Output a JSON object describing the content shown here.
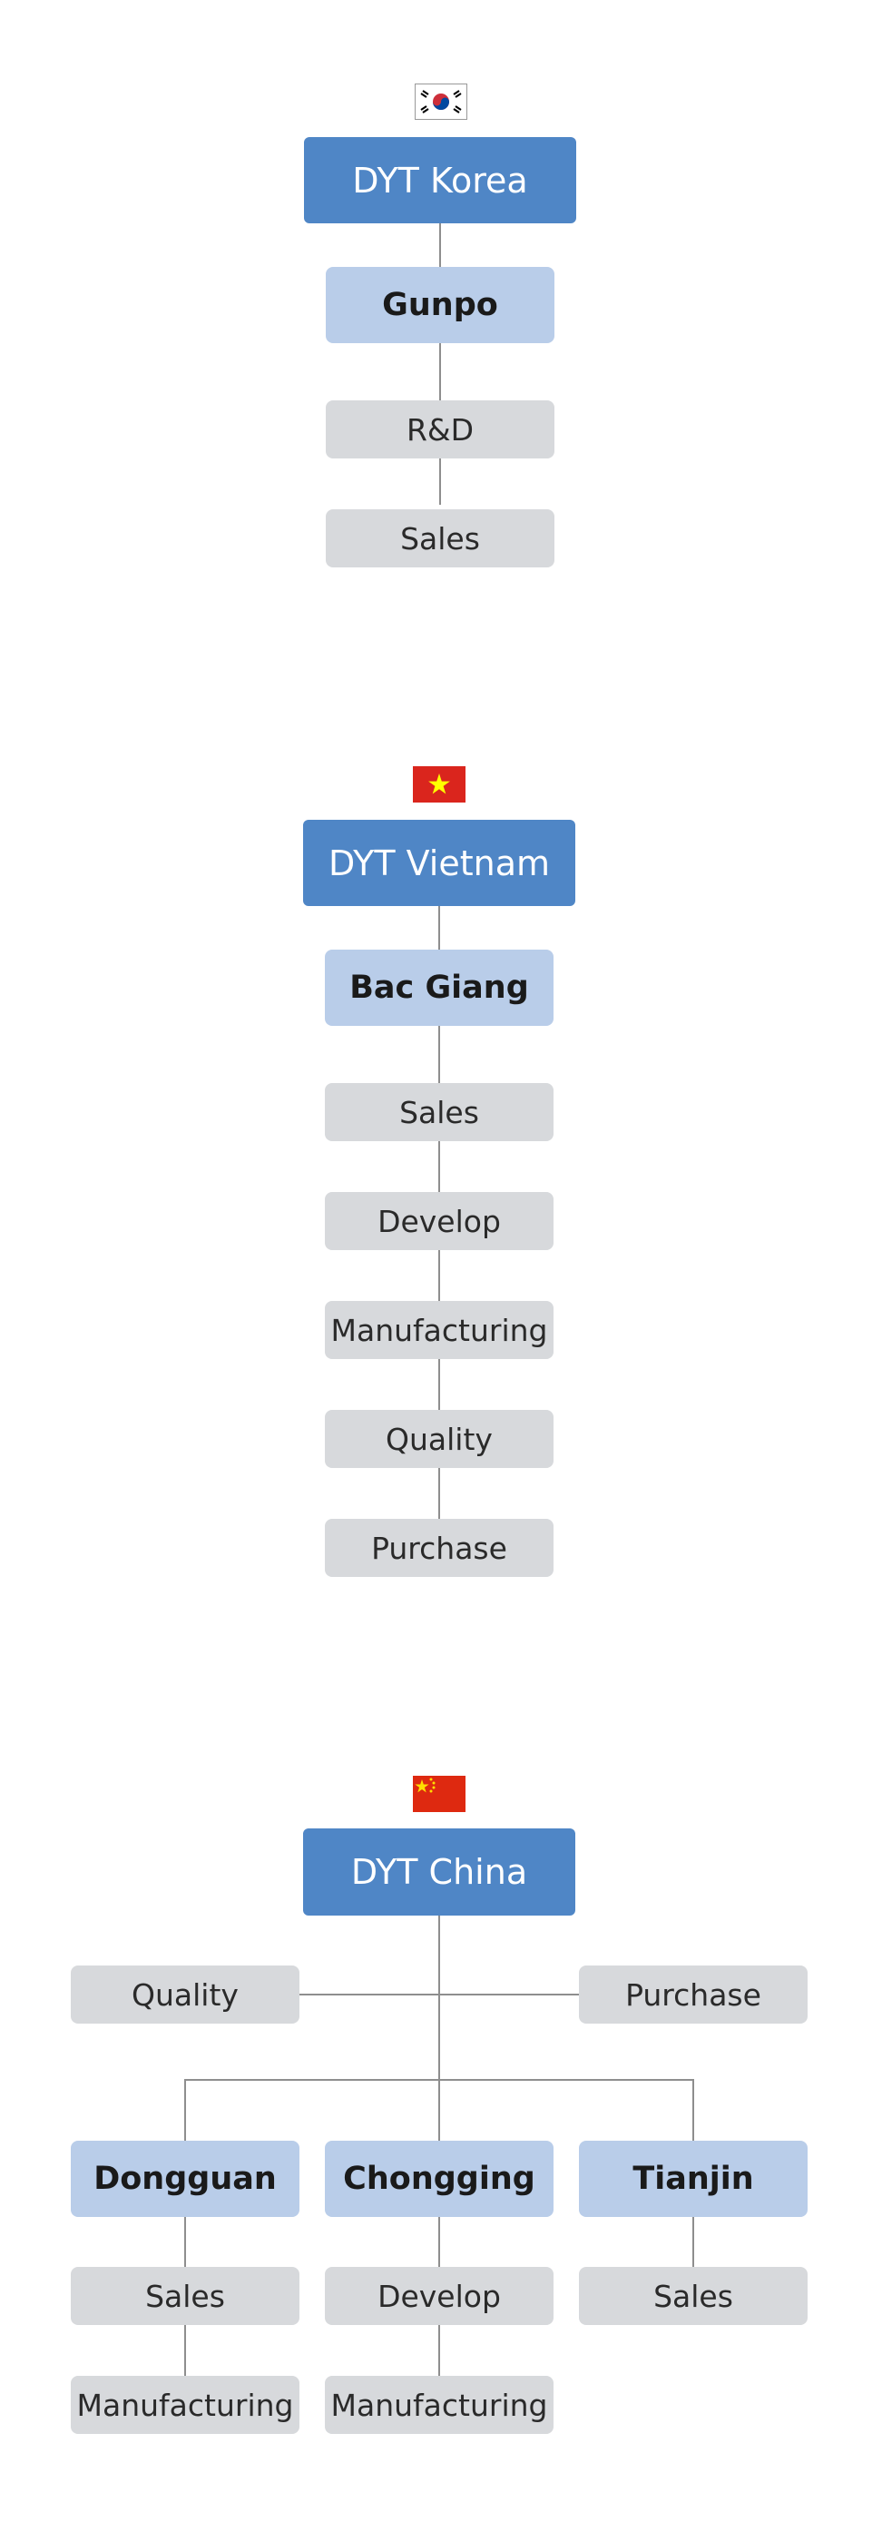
{
  "korea": {
    "flag_icon": "south-korea-flag-icon",
    "company": "DYT Korea",
    "site": "Gunpo",
    "depts": [
      "R&D",
      "Sales"
    ]
  },
  "vietnam": {
    "flag_icon": "vietnam-flag-icon",
    "company": "DYT Vietnam",
    "site": "Bac Giang",
    "depts": [
      "Sales",
      "Develop",
      "Manufacturing",
      "Quality",
      "Purchase"
    ]
  },
  "china": {
    "flag_icon": "china-flag-icon",
    "company": "DYT China",
    "side_depts": [
      "Quality",
      "Purchase"
    ],
    "sites": [
      {
        "name": "Dongguan",
        "depts": [
          "Sales",
          "Manufacturing"
        ]
      },
      {
        "name": "Chongging",
        "depts": [
          "Develop",
          "Manufacturing"
        ]
      },
      {
        "name": "Tianjin",
        "depts": [
          "Sales"
        ]
      }
    ]
  },
  "colors": {
    "company_box": "#4f86c6",
    "site_box": "#b9cde9",
    "dept_box": "#d7d9dc",
    "connector": "#8e8e8e"
  }
}
